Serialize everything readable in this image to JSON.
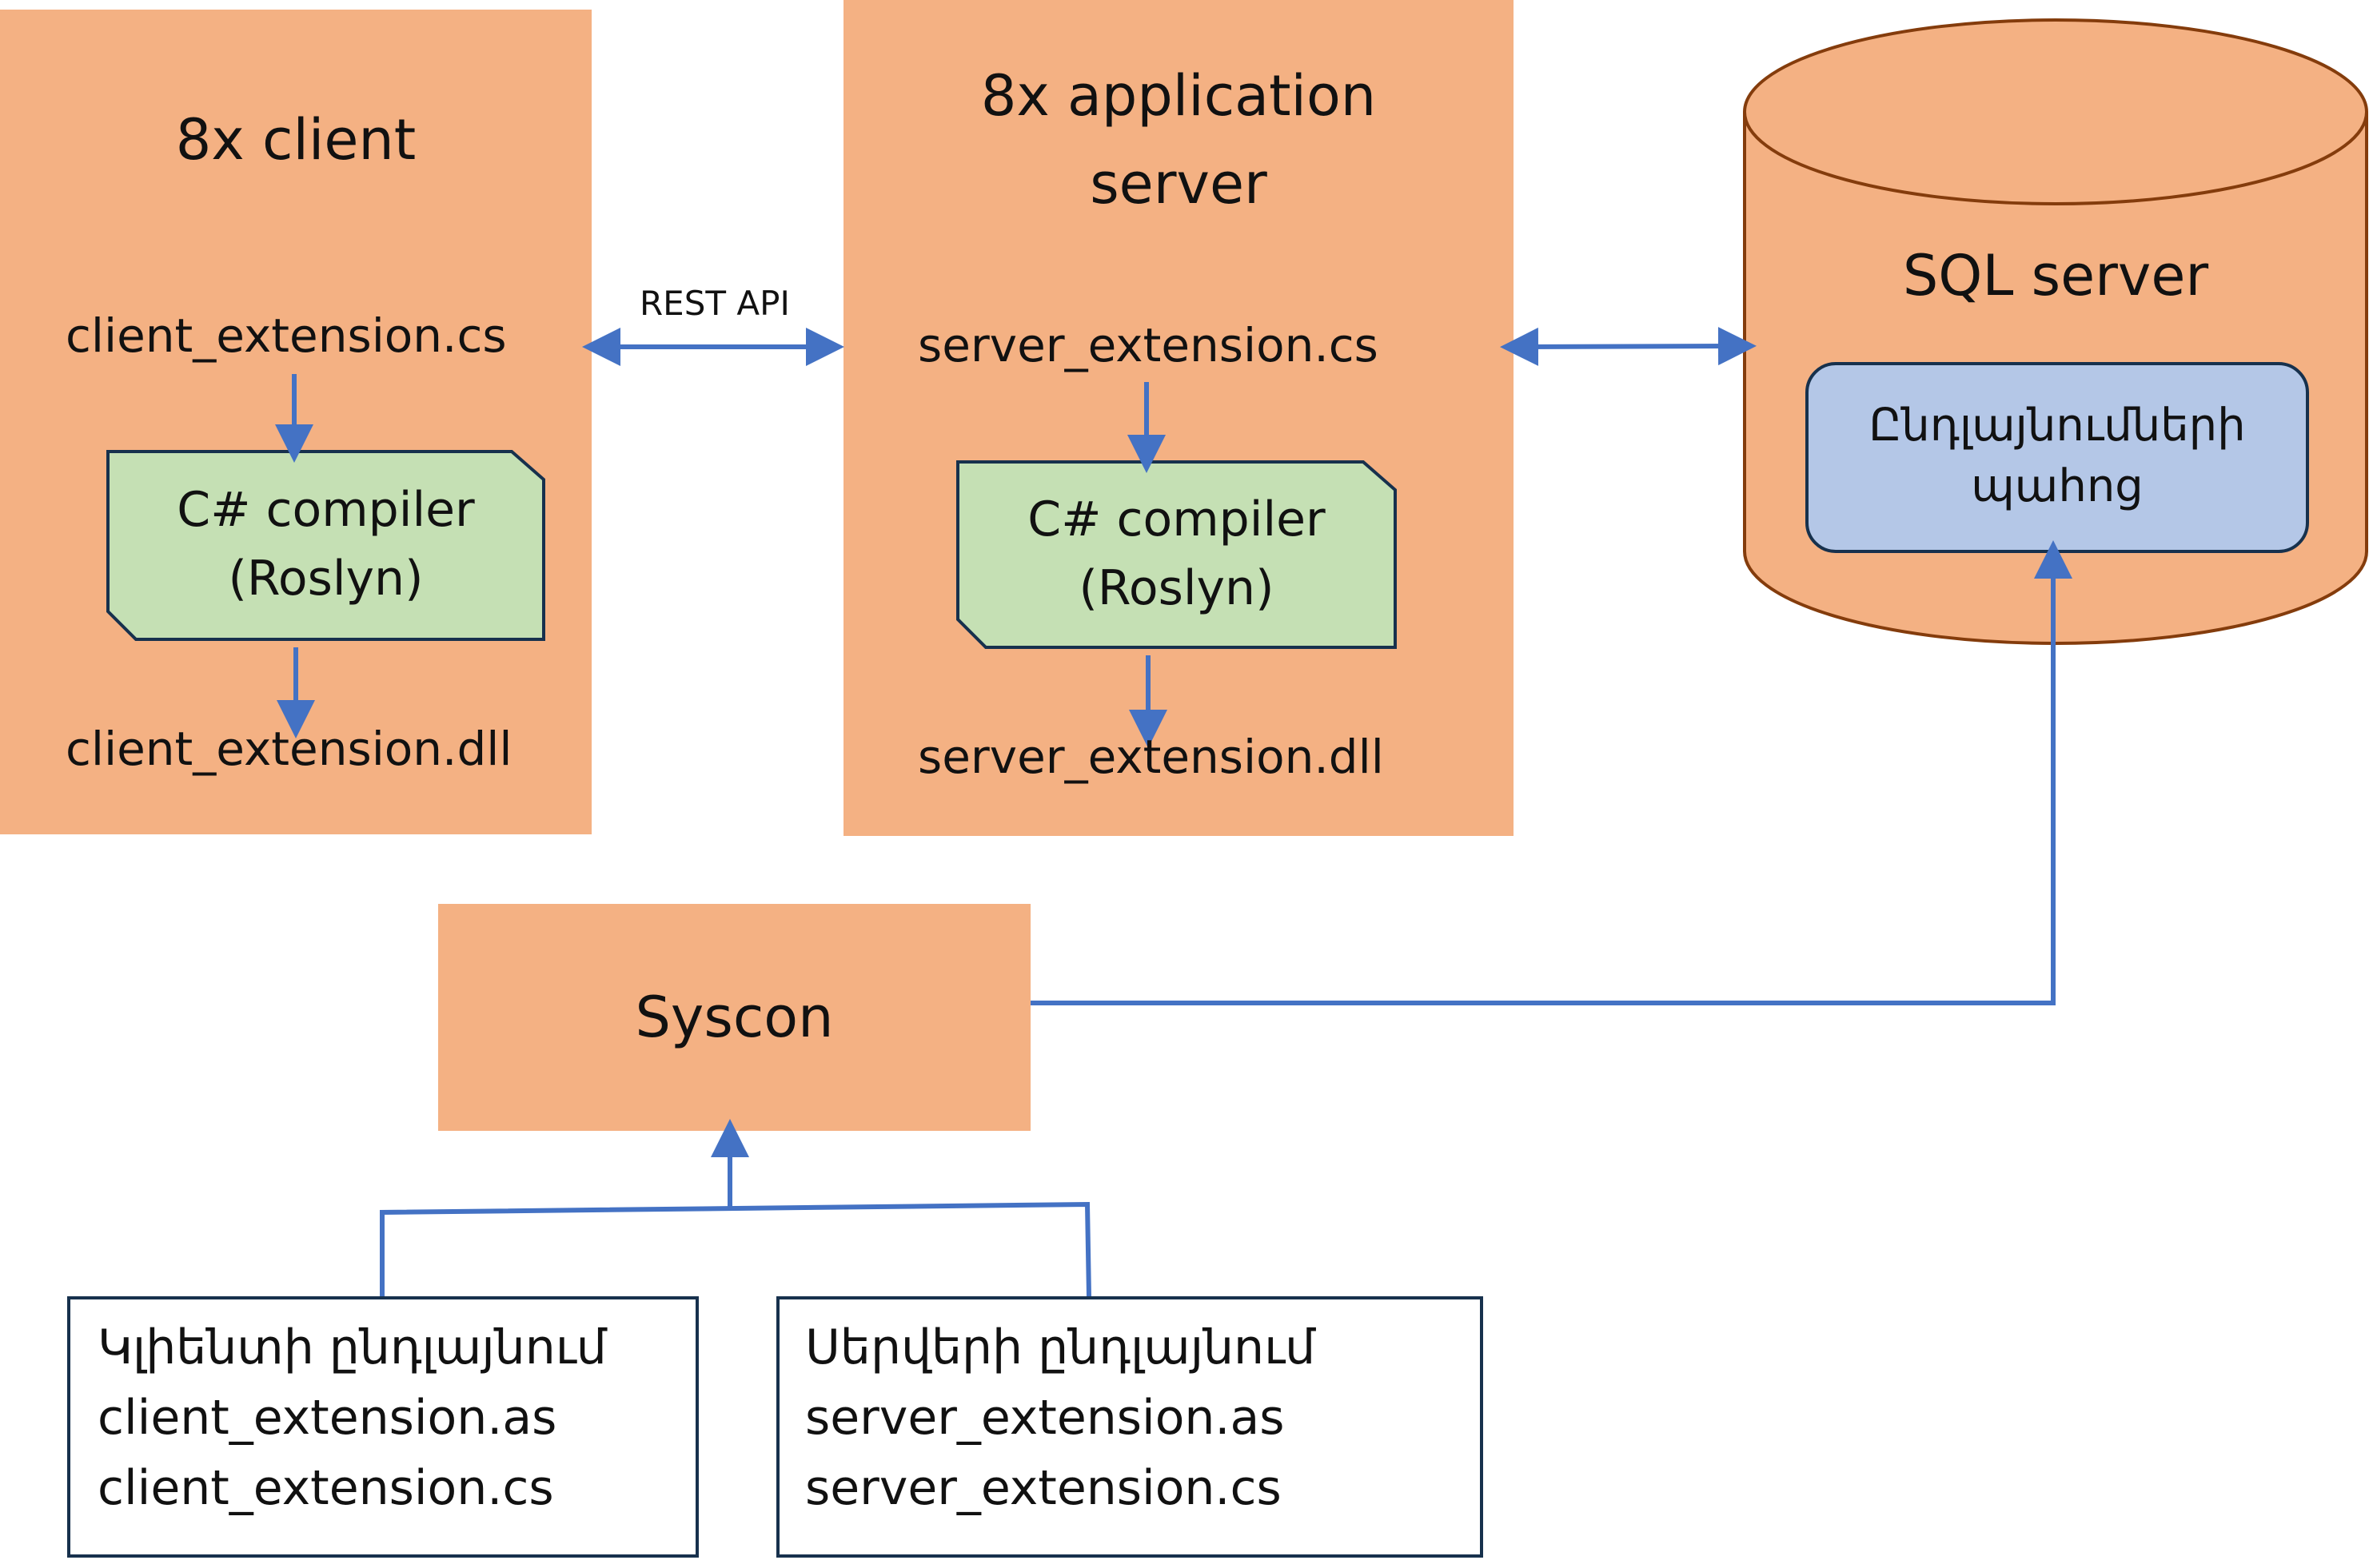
{
  "diagram": {
    "client": {
      "title": "8x client",
      "source_file": "client_extension.cs",
      "compiler_line1": "C# compiler",
      "compiler_line2": "(Roslyn)",
      "output_file": "client_extension.dll"
    },
    "app_server": {
      "title_line1": "8x application",
      "title_line2": "server",
      "source_file": "server_extension.cs",
      "compiler_line1": "C# compiler",
      "compiler_line2": "(Roslyn)",
      "output_file": "server_extension.dll"
    },
    "rest_api_label": "REST API",
    "sql_server": {
      "title": "SQL server",
      "storage_line1": "Ընդլայնումների",
      "storage_line2": "պահոց"
    },
    "syscon": {
      "label": "Syscon"
    },
    "client_extension_box": {
      "title": "Կլիենտի ընդլայնում",
      "file1": "client_extension.as",
      "file2": "client_extension.cs"
    },
    "server_extension_box": {
      "title": "Սերվերի ընդլայնում",
      "file1": "server_extension.as",
      "file2": "server_extension.cs"
    }
  },
  "colors": {
    "panel_fill": "#f4b183",
    "compiler_fill": "#c5e0b4",
    "storage_fill": "#b4c7e7",
    "arrow_color": "#4472c4",
    "border_color": "#17314d",
    "cylinder_outline": "#843c0c"
  }
}
